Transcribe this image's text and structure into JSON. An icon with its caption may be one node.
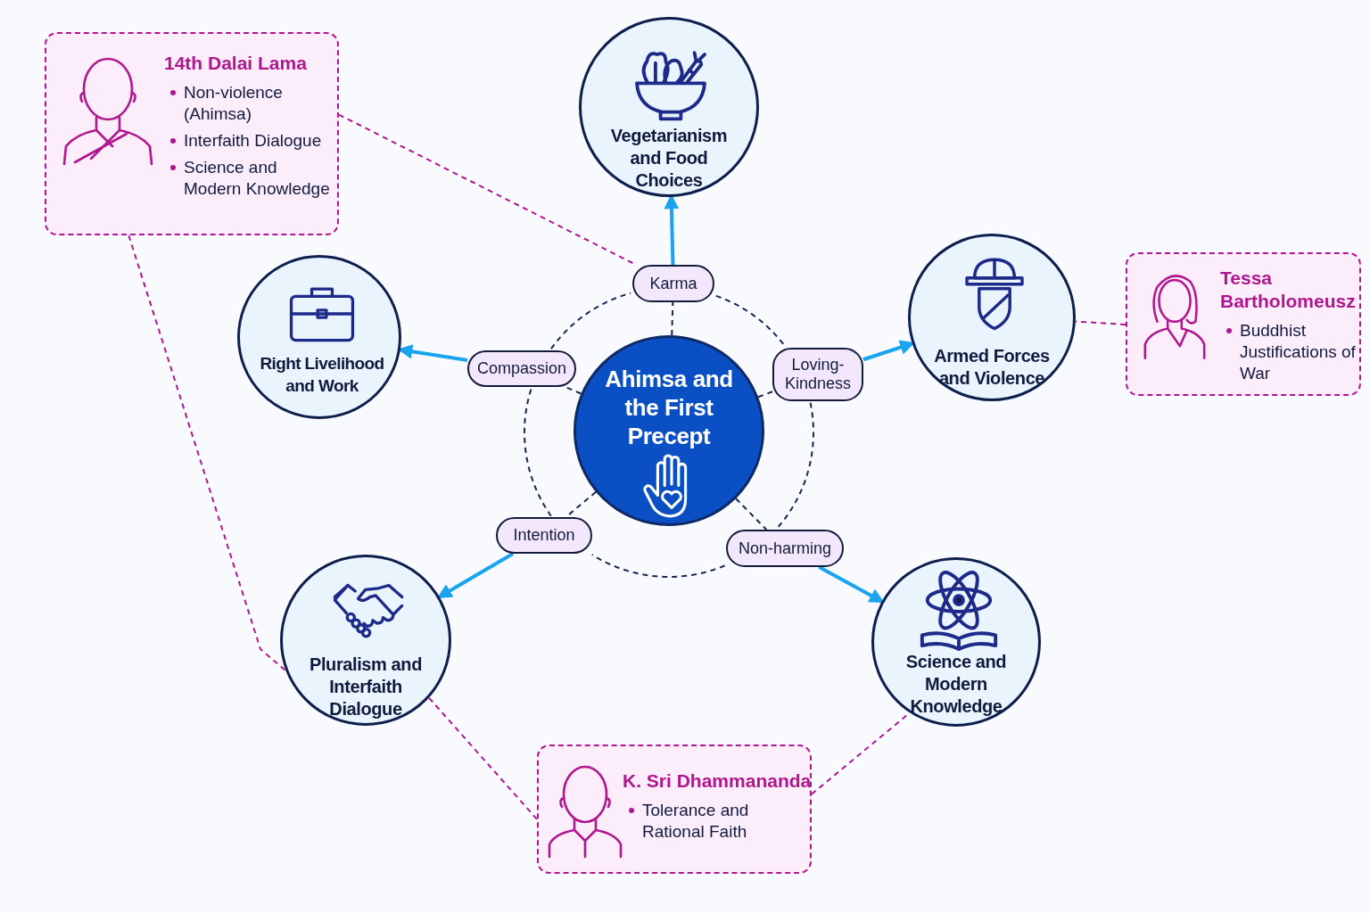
{
  "diagram": {
    "nodes": [
      {
        "text": [
          "Ahimsa and the First Precept"
        ]
      },
      {
        "text": [
          "Karma"
        ]
      },
      {
        "text": [
          "Compassion"
        ]
      },
      {
        "text": [
          "Loving-Kindness"
        ]
      },
      {
        "text": [
          "Intention"
        ]
      },
      {
        "text": [
          "Non-harming"
        ]
      },
      {
        "text": [
          "Vegetarianism and Food Choices"
        ]
      },
      {
        "text": [
          "Right Livelihood and Work"
        ]
      },
      {
        "text": [
          "Armed Forces and Violence"
        ]
      },
      {
        "text": [
          "Pluralism and Interfaith Dialogue"
        ]
      },
      {
        "text": [
          "Science and Modern Knowledge"
        ]
      },
      {
        "text": [
          "14th Dalai Lama",
          "Non-violence (Ahimsa)",
          "Interfaith Dialogue",
          "Science and Modern Knowledge"
        ]
      },
      {
        "text": [
          "Tessa Bartholomeusz",
          "Buddhist Justifications of War"
        ]
      },
      {
        "text": [
          "K. Sri Dhammananda",
          "Tolerance and Rational Faith"
        ]
      }
    ],
    "edges": [
      {
        "from": 0,
        "to": 1,
        "arrow": "none",
        "style": "dashed"
      },
      {
        "from": 0,
        "to": 2,
        "arrow": "none",
        "style": "dashed"
      },
      {
        "from": 0,
        "to": 3,
        "arrow": "none",
        "style": "dashed"
      },
      {
        "from": 0,
        "to": 4,
        "arrow": "none",
        "style": "dashed"
      },
      {
        "from": 0,
        "to": 5,
        "arrow": "none",
        "style": "dashed"
      },
      {
        "from": 1,
        "to": 3,
        "arrow": "none",
        "style": "dashed"
      },
      {
        "from": 3,
        "to": 5,
        "arrow": "none",
        "style": "dashed"
      },
      {
        "from": 5,
        "to": 4,
        "arrow": "none",
        "style": "dashed"
      },
      {
        "from": 4,
        "to": 2,
        "arrow": "none",
        "style": "dashed"
      },
      {
        "from": 2,
        "to": 1,
        "arrow": "none",
        "style": "dashed"
      },
      {
        "from": 1,
        "to": 6,
        "arrow": "to",
        "color": "#1aa3ef"
      },
      {
        "from": 2,
        "to": 7,
        "arrow": "to",
        "color": "#1aa3ef"
      },
      {
        "from": 3,
        "to": 8,
        "arrow": "to",
        "color": "#1aa3ef"
      },
      {
        "from": 4,
        "to": 9,
        "arrow": "to",
        "color": "#1aa3ef"
      },
      {
        "from": 5,
        "to": 10,
        "arrow": "to",
        "color": "#1aa3ef"
      },
      {
        "from": 11,
        "to": 1,
        "arrow": "none",
        "style": "dashed",
        "color": "#b0178f"
      },
      {
        "from": 11,
        "to": 9,
        "arrow": "none",
        "style": "dashed",
        "color": "#b0178f"
      },
      {
        "from": 12,
        "to": 8,
        "arrow": "none",
        "style": "dashed",
        "color": "#b0178f"
      },
      {
        "from": 13,
        "to": 9,
        "arrow": "none",
        "style": "dashed",
        "color": "#b0178f"
      },
      {
        "from": 13,
        "to": 10,
        "arrow": "none",
        "style": "dashed",
        "color": "#b0178f"
      }
    ]
  }
}
